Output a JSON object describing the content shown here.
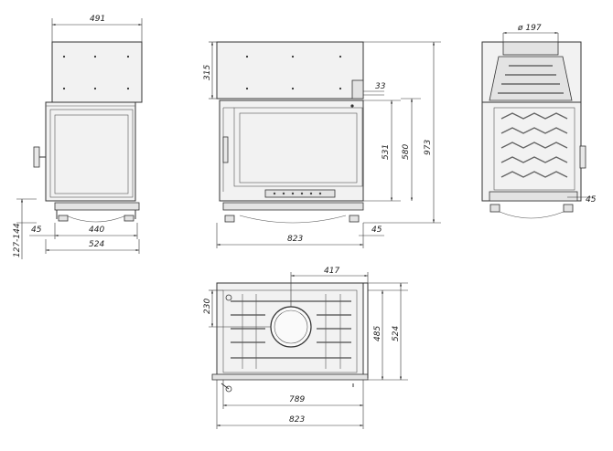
{
  "front_view": {
    "dims": {
      "width_top": "491",
      "width_inner": "440",
      "width_base": "524",
      "left_offset": "45",
      "foot_height": "127-144"
    }
  },
  "corner_view": {
    "dims": {
      "top_height": "315",
      "top_offset": "33",
      "height_inner": "531",
      "height_door": "580",
      "height_total": "973",
      "width_total": "823",
      "base_offset": "45"
    }
  },
  "side_view": {
    "dims": {
      "flue_diameter": "ø 197",
      "base_offset": "45"
    }
  },
  "plan_view": {
    "dims": {
      "outlet_offset": "417",
      "depth_outlet": "230",
      "depth_inner": "485",
      "depth_total": "524",
      "width_inner": "789",
      "width_total": "823"
    }
  }
}
